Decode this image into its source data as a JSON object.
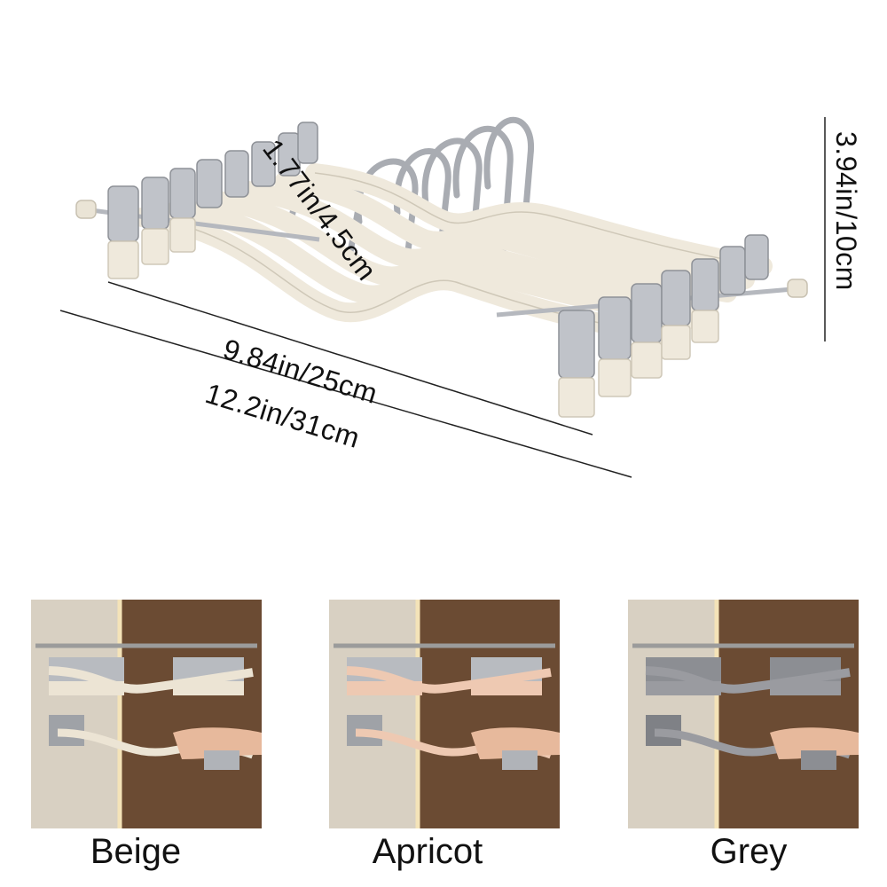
{
  "dimensions": {
    "hook_width": "1.77in/4.5cm",
    "bar_length": "9.84in/25cm",
    "total_length": "12.2in/31cm",
    "height": "3.94in/10cm"
  },
  "variants": [
    {
      "label": "Beige",
      "color": "#ece4d4"
    },
    {
      "label": "Apricot",
      "color": "#eec9b2"
    },
    {
      "label": "Grey",
      "color": "#9a9ba0"
    }
  ],
  "colors": {
    "hanger_body": "#f1ece1",
    "metal": "#b9bcc2",
    "wall_light": "#d9d1c3",
    "wood": "#6b4b33"
  }
}
